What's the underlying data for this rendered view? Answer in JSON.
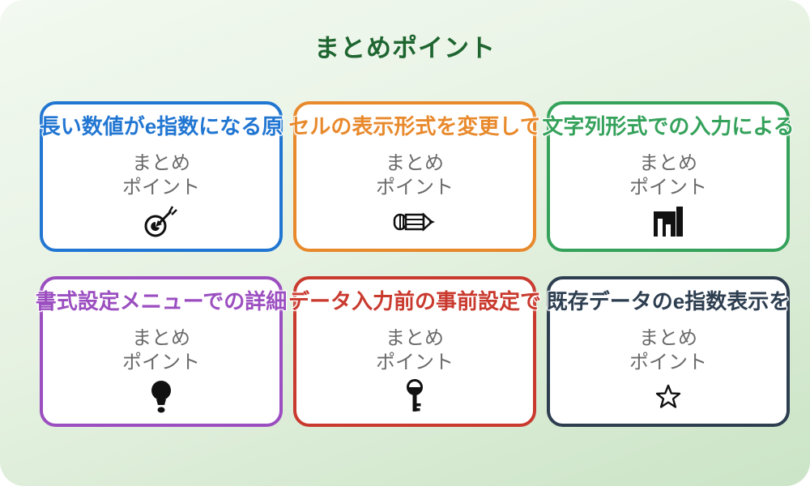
{
  "page": {
    "title": "まとめポイント",
    "title_color": "#1e6530",
    "background_top": "#f2f9f0",
    "background_bottom": "#cbe4c6"
  },
  "card_subtitle": {
    "line1": "まとめ",
    "line2": "ポイント"
  },
  "cards": [
    {
      "title": "長い数値がe指数になる原",
      "accent": "#2176d2",
      "icon": "dart-target-icon"
    },
    {
      "title": "セルの表示形式を変更して",
      "accent": "#e8892c",
      "icon": "pencil-icon"
    },
    {
      "title": "文字列形式での入力による",
      "accent": "#35a25b",
      "icon": "bar-chart-icon"
    },
    {
      "title": "書式設定メニューでの詳細",
      "accent": "#9b4ec0",
      "icon": "lightbulb-icon"
    },
    {
      "title": "データ入力前の事前設定で",
      "accent": "#c9392e",
      "icon": "key-icon"
    },
    {
      "title": "既存データのe指数表示を",
      "accent": "#2d3e50",
      "icon": "star-icon"
    }
  ]
}
